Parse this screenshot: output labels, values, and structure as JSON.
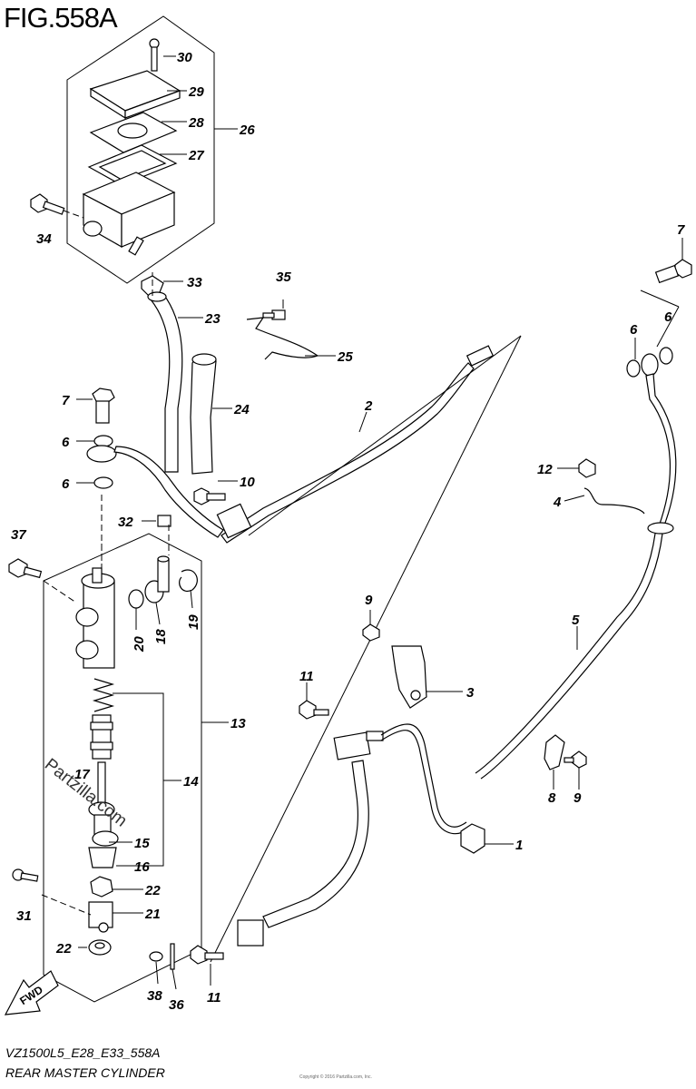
{
  "figure_title": "FIG.558A",
  "diagram_code": "VZ1500L5_E28_E33_558A",
  "caption": "REAR MASTER CYLINDER",
  "copyright": "Copyright © 2016 Partzilla.com, Inc.",
  "watermark": "Partzilla.com",
  "fwd_label": "FWD",
  "callouts": [
    {
      "id": "c30",
      "text": "30"
    },
    {
      "id": "c29",
      "text": "29"
    },
    {
      "id": "c28",
      "text": "28"
    },
    {
      "id": "c26",
      "text": "26"
    },
    {
      "id": "c27",
      "text": "27"
    },
    {
      "id": "c34",
      "text": "34"
    },
    {
      "id": "c33",
      "text": "33"
    },
    {
      "id": "c35",
      "text": "35"
    },
    {
      "id": "c23",
      "text": "23"
    },
    {
      "id": "c25",
      "text": "25"
    },
    {
      "id": "c7a",
      "text": "7"
    },
    {
      "id": "c24",
      "text": "24"
    },
    {
      "id": "c2",
      "text": "2"
    },
    {
      "id": "c6a",
      "text": "6"
    },
    {
      "id": "c6b",
      "text": "6"
    },
    {
      "id": "c10",
      "text": "10"
    },
    {
      "id": "c32",
      "text": "32"
    },
    {
      "id": "c37",
      "text": "37"
    },
    {
      "id": "c20",
      "text": "20"
    },
    {
      "id": "c18",
      "text": "18"
    },
    {
      "id": "c19",
      "text": "19"
    },
    {
      "id": "c13",
      "text": "13"
    },
    {
      "id": "c14",
      "text": "14"
    },
    {
      "id": "c17",
      "text": "17"
    },
    {
      "id": "c15",
      "text": "15"
    },
    {
      "id": "c16",
      "text": "16"
    },
    {
      "id": "c22a",
      "text": "22"
    },
    {
      "id": "c21",
      "text": "21"
    },
    {
      "id": "c31",
      "text": "31"
    },
    {
      "id": "c22b",
      "text": "22"
    },
    {
      "id": "c38",
      "text": "38"
    },
    {
      "id": "c36",
      "text": "36"
    },
    {
      "id": "c11a",
      "text": "11"
    },
    {
      "id": "c11b",
      "text": "11"
    },
    {
      "id": "c9a",
      "text": "9"
    },
    {
      "id": "c3",
      "text": "3"
    },
    {
      "id": "c1",
      "text": "1"
    },
    {
      "id": "c7b",
      "text": "7"
    },
    {
      "id": "c6c",
      "text": "6"
    },
    {
      "id": "c6d",
      "text": "6"
    },
    {
      "id": "c12",
      "text": "12"
    },
    {
      "id": "c4",
      "text": "4"
    },
    {
      "id": "c5",
      "text": "5"
    },
    {
      "id": "c8",
      "text": "8"
    },
    {
      "id": "c9b",
      "text": "9"
    }
  ]
}
